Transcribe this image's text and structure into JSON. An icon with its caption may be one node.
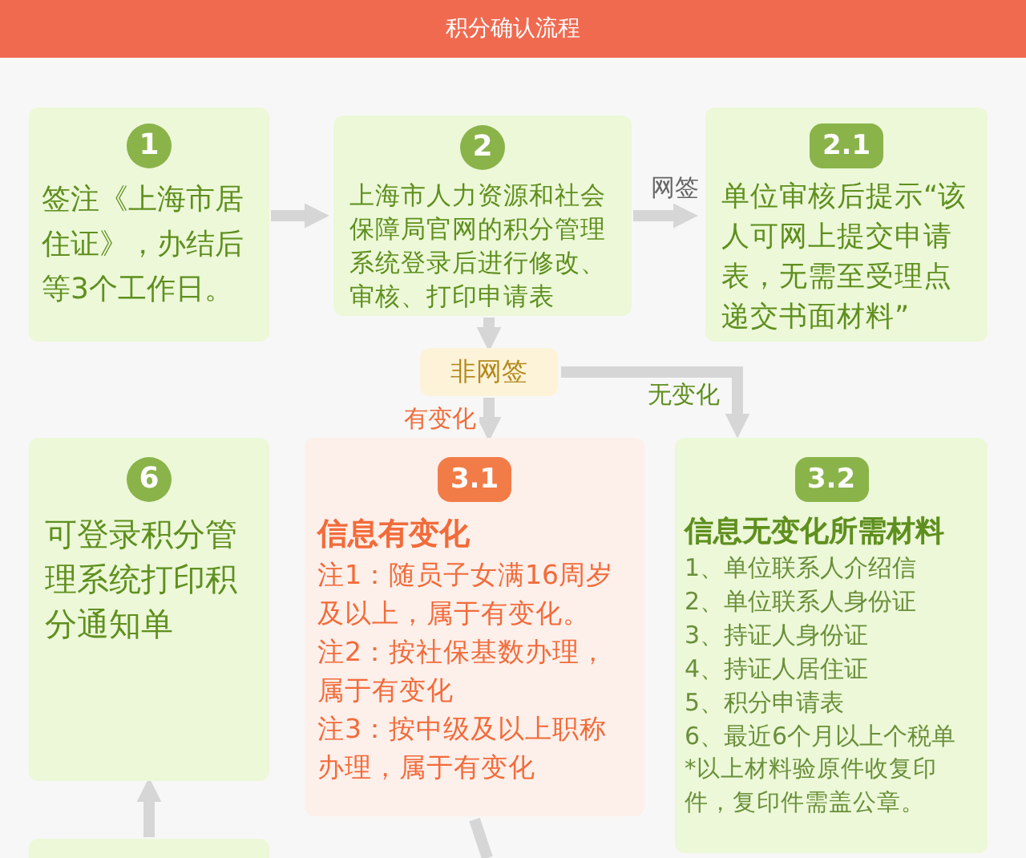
{
  "diagram": {
    "title": "积分确认流程",
    "nodes": [
      {
        "text": [
          "1",
          "签注《上海市居住证》，办结后等3个工作日。"
        ]
      },
      {
        "text": [
          "2",
          "上海市人力资源和社会保障局官网的积分管理系统登录后进行修改、审核、打印申请表"
        ]
      },
      {
        "text": [
          "2.1",
          "单位审核后提示“该人可网上提交申请表，无需至受理点递交书面材料”"
        ]
      },
      {
        "text": [
          "非网签"
        ]
      },
      {
        "text": [
          "6",
          "可登录积分管理系统打印积分通知单"
        ]
      },
      {
        "text": [
          "3.1",
          "信息有变化",
          "注1：随员子女满16周岁及以上，属于有变化。",
          "注2：按社保基数办理，属于有变化",
          "注3：按中级及以上职称办理，属于有变化"
        ]
      },
      {
        "text": [
          "3.2",
          "信息无变化所需材料",
          "1、单位联系人介绍信",
          "2、单位联系人身份证",
          "3、持证人身份证",
          "4、持证人居住证",
          "5、积分申请表",
          "6、最近6个月以上个税单",
          "*以上材料验原件收复印件，复印件需盖公章。"
        ]
      },
      {
        "text": [],
        "shape": "box"
      }
    ],
    "edges": [
      {
        "from": 0,
        "to": 1,
        "arrow": "to"
      },
      {
        "from": 1,
        "to": 2,
        "arrow": "to",
        "label": "网签"
      },
      {
        "from": 1,
        "to": 3,
        "arrow": "to"
      },
      {
        "from": 3,
        "to": 5,
        "arrow": "to",
        "label": "有变化"
      },
      {
        "from": 3,
        "to": 6,
        "arrow": "to",
        "label": "无变化"
      },
      {
        "from": 7,
        "to": 4,
        "arrow": "to"
      },
      {
        "from": 5,
        "to": null,
        "arrow": "none"
      }
    ]
  }
}
